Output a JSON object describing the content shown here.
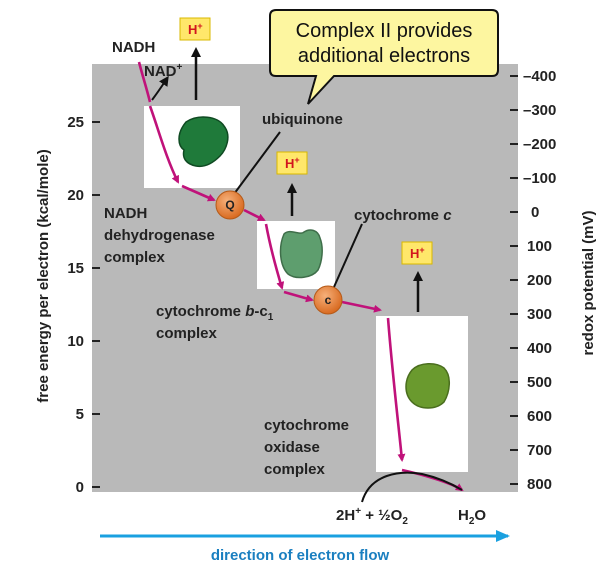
{
  "callout": {
    "line1": "Complex II provides",
    "line2": "additional electrons"
  },
  "labels": {
    "nadh": "NADH",
    "nad_plus": "NAD",
    "nad_plus_sup": "+",
    "ubiquinone": "ubiquinone",
    "nadh_dehydrogenase": [
      "NADH",
      "dehydrogenase",
      "complex"
    ],
    "cytochrome_c": "cytochrome ",
    "cytochrome_c_italic": "c",
    "cytochrome_bc1": [
      "cytochrome ",
      "b",
      "-c",
      "1",
      "complex"
    ],
    "cytochrome_oxidase": [
      "cytochrome",
      "oxidase",
      "complex"
    ],
    "reactant": "2H",
    "reactant_sup": "+",
    "reactant_rest": " + ½O",
    "reactant_sub": "2",
    "product": "H",
    "product_sub": "2",
    "product_rest": "O"
  },
  "carriers": {
    "q": "Q",
    "c": "c"
  },
  "hplus": {
    "base": "H",
    "sup": "+"
  },
  "left_axis": {
    "title": "free energy per electron (kcal/mole)",
    "ticks": [
      "25",
      "20",
      "15",
      "10",
      "5",
      "0"
    ]
  },
  "right_axis": {
    "title": "redox potential (mV)",
    "ticks": [
      "–400",
      "–300",
      "–200",
      "–100",
      "0",
      "100",
      "200",
      "300",
      "400",
      "500",
      "600",
      "700",
      "800"
    ]
  },
  "bottom": {
    "label": "direction of electron flow"
  },
  "colors": {
    "panel": "#b9b9b9",
    "electron_path": "#c0127a",
    "hplus_fill": "#ffe76a",
    "hplus_text": "#d2141e",
    "carrier": "#e07a2e",
    "complex1": "#1f7a3a",
    "complex3": "#5e9e6e",
    "complex4": "#6a9a2e",
    "flow_arrow": "#1aa0e0",
    "callout_fill": "#fdf6a0"
  },
  "icons": {
    "complex1": "nadh-dehydrogenase-protein-icon",
    "complex3": "cytochrome-bc1-protein-icon",
    "complex4": "cytochrome-oxidase-protein-icon"
  }
}
